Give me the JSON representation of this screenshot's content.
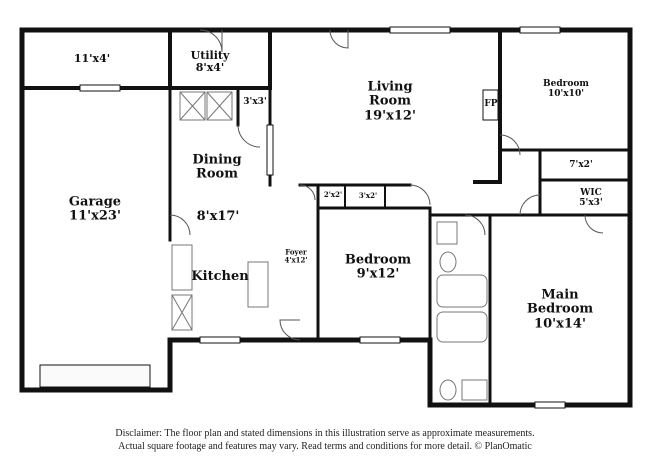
{
  "rooms": {
    "storage": {
      "dim": "11'x4'"
    },
    "utility": {
      "name": "Utility",
      "dim": "8'x4'"
    },
    "closet_utility": {
      "dim": "3'x3'"
    },
    "living": {
      "name": "Living Room",
      "dim": "19'x12'"
    },
    "fireplace": {
      "name": "FP"
    },
    "bedroom_ne": {
      "name": "Bedroom",
      "dim": "10'x10'"
    },
    "closet_7x2": {
      "dim": "7'x2'"
    },
    "wic": {
      "name": "WIC",
      "dim": "5'x3'"
    },
    "garage": {
      "name": "Garage",
      "dim": "11'x23'"
    },
    "dining": {
      "name": "Dining Room",
      "dim": "8'x17'"
    },
    "kitchen": {
      "name": "Kitchen"
    },
    "foyer": {
      "name": "Foyer",
      "dim": "4'x12'"
    },
    "closet_2x2": {
      "dim": "2'x2'"
    },
    "closet_3x2": {
      "dim": "3'x2'"
    },
    "bedroom_mid": {
      "name": "Bedroom",
      "dim": "9'x12'"
    },
    "main_bedroom": {
      "name": "Main Bedroom",
      "dim": "10'x14'"
    }
  },
  "disclaimer": {
    "line1": "Disclaimer: The floor plan and stated dimensions in this illustration serve as approximate measurements.",
    "line2": "Actual square footage and features may vary. Read terms and conditions for more detail. © PlanOmatic"
  }
}
